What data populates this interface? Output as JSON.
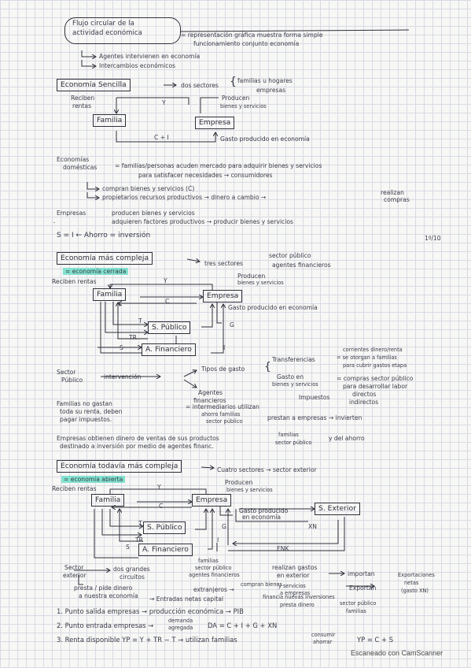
{
  "s1": {
    "title_l1": "Flujo circular de la",
    "title_l2": "actividad económica",
    "def_l1": "= representación gráfica muestra forma simple",
    "def_l2": "funcionamiento conjunto economía",
    "sub1": "Agentes intervienen en economía",
    "sub2": "Intercambios económicos"
  },
  "s2": {
    "heading": "Economía Sencilla",
    "sectors": "dos sectores",
    "sectors_a": "familias u hogares",
    "sectors_b": "empresas",
    "reciben_l1": "Reciben",
    "reciben_l2": "rentas",
    "producen_l1": "Producen",
    "producen_l2": "bienes y servicios",
    "familia": "Familia",
    "empresa": "Empresa",
    "y": "Y",
    "cplusi": "C + I",
    "gasto": "Gasto producido en economía",
    "eco_l1": "Economías",
    "eco_l2": "domésticas",
    "eco_def_l1": "= familias/personas acuden mercado para adquirir bienes y servicios",
    "eco_def_l2": "para satisfacer necesidades → consumidores",
    "compran": "compran bienes y servicios (C)",
    "propietarios": "propietarios recursos productivos → dinero a cambio →",
    "realizan_l1": "realizan",
    "realizan_l2": "compras",
    "empresas_lbl": "Empresas",
    "emp_a": "producen bienes y servicios",
    "emp_b": "adquieren factores productivos → producir bienes y servicios",
    "ahorro": "S = I  ←  Ahorro = inversión",
    "margin": "1º/10"
  },
  "s3": {
    "heading": "Economía más compleja",
    "cerrada": "= economía cerrada",
    "sectors": "tres sectores",
    "sa": "sector público",
    "sb": "agentes financieros",
    "reciben": "Reciben rentas",
    "producen_l1": "Producen",
    "producen_l2": "bienes y servicios",
    "familia": "Familia",
    "empresa": "Empresa",
    "publico": "S. Público",
    "financiero": "A. Financiero",
    "y": "Y",
    "c": "C",
    "t": "T",
    "tr": "TR",
    "g": "G",
    "s": "S",
    "i": "I",
    "gasto": "Gasto producido en economía",
    "sp_l1": "Sector",
    "sp_l2": "Público",
    "intervencion": "intervención",
    "tipos": "Tipos de gasto",
    "transf": "Transferencias",
    "transf_def_l1": "corrientes dinero/renta",
    "transf_def_l2": "= se otorgan a familias",
    "transf_def_l3": "para cubrir gastos etapa",
    "gasto_bs_l1": "Gasto en",
    "gasto_bs_l2": "bienes y servicios",
    "gasto_bs_def_l1": "= compras sector público",
    "gasto_bs_def_l2": "para desarrollar labor",
    "impuestos": "Impuestos",
    "directos": "directos",
    "indirectos": "indirectos",
    "agentes_l1": "Agentes",
    "agentes_l2": "financieros",
    "agentes_def": "= intermediarios utilizan",
    "ahorro_fam_l1": "ahorro familias",
    "ahorro_fam_l2": "sector público",
    "prestan": "prestan a empresas → invierten",
    "fam_nogastan_l1": "Familias no gastan",
    "fam_nogastan_l2": "toda su renta, deben",
    "fam_nogastan_l3": "pagar impuestos.",
    "emp_obtienen_l1": "Empresas obtienen dinero de ventas de sus productos",
    "emp_obtienen_l2": "destinado a inversión por medio de agentes financ.",
    "familias_sp_l1": "familias",
    "familias_sp_l2": "sector público",
    "del_ahorro": "y del ahorro"
  },
  "s4": {
    "heading": "Economía todavía más compleja",
    "cuatro": "Cuatro sectores → sector exterior",
    "abierta": "= economía abierta",
    "reciben": "Reciben rentas",
    "producen_l1": "Producen",
    "producen_l2": "bienes y servicios",
    "familia": "Familia",
    "empresa": "Empresa",
    "publico": "S. Público",
    "financiero": "A. Financiero",
    "exterior": "S. Exterior",
    "y": "Y",
    "c": "C",
    "t": "T",
    "tr": "TR",
    "s": "S",
    "i": "I",
    "g": "G",
    "xn": "XN",
    "enk": "ENK",
    "gasto_l1": "Gasto producido",
    "gasto_l2": "en economía",
    "se_l1": "Sector",
    "se_l2": "exterior",
    "grandes_l1": "dos grandes",
    "grandes_l2": "circuitos",
    "fam_l1": "familias",
    "fam_l2": "sector público",
    "fam_l3": "agentes financieros",
    "realizan_l1": "realizan gastos",
    "realizan_l2": "en exterior",
    "importan": "importan",
    "exportaciones_l1": "Exportaciones",
    "exportaciones_l2": "netas",
    "exportaciones_l3": "(gasto XN)",
    "extranjeros": "extranjeros →",
    "compran_l1": "compran bienes",
    "compran_l2": "y servicios",
    "compran_l3": "a empresas",
    "exportan": "Exportan",
    "presta_l1": "presta / pide dinero",
    "presta_l2": "a nuestra economía",
    "entradas": "→ Entradas netas capital",
    "financia_l1": "financia nuevas inversiones",
    "financia_l2": "presta dinero",
    "financia_l3": "sector público",
    "financia_l4": "familias",
    "p1": "1. Punto salida empresas → producción económica → PIB",
    "p2a": "2. Punto entrada empresas →",
    "p2b_l1": "demanda",
    "p2b_l2": "agregada",
    "p2c": "DA = C + I + G + XN",
    "p3a": "3. Renta disponible  YP = Y + TR − T  → utilizan familias",
    "p3b_l1": "consumir",
    "p3b_l2": "ahorrar",
    "p3c": "YP = C + S"
  },
  "footer": "Escaneado con CamScanner"
}
